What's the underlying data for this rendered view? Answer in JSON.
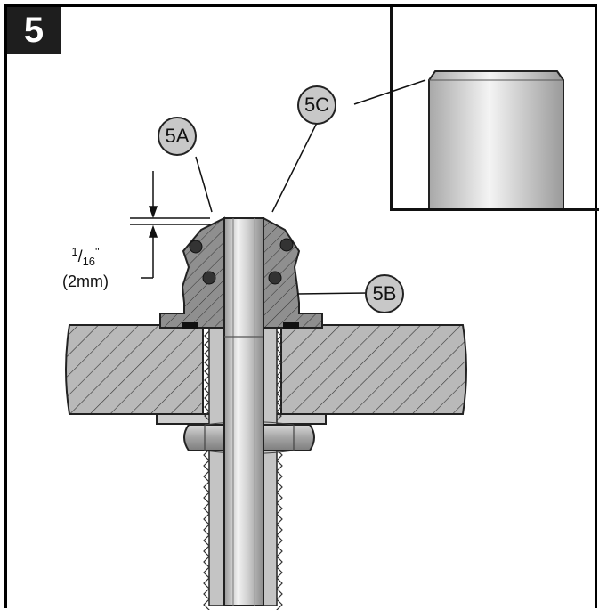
{
  "step": {
    "number": "5"
  },
  "callouts": [
    {
      "id": "5A",
      "label": "5A"
    },
    {
      "id": "5B",
      "label": "5B"
    },
    {
      "id": "5C",
      "label": "5C"
    }
  ],
  "dimension": {
    "numerator": "1",
    "slash": "/",
    "denominator": "16",
    "unit_mark": "\"",
    "metric": "(2mm)"
  },
  "colors": {
    "badge_background": "#1e1e1e",
    "callout_fill": "#c8c8c8",
    "hatch_fill": "#b9b9b9",
    "nut_fill": "#a6a6a6"
  }
}
